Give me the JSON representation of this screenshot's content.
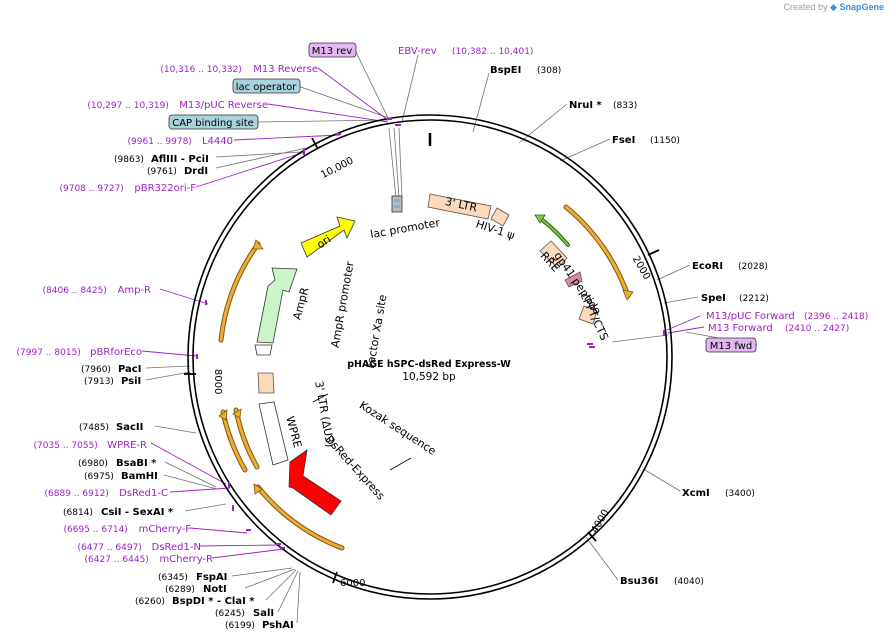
{
  "credit": {
    "prefix": "Created by",
    "brand": "SnapGene"
  },
  "plasmid": {
    "name": "pHAGE hSPC-dsRed Express-W",
    "length_label": "10,592 bp",
    "length_bp": 10592
  },
  "ticks": [
    {
      "bp": 2000,
      "label": "2000"
    },
    {
      "bp": 4000,
      "label": "4000"
    },
    {
      "bp": 6000,
      "label": "6000"
    },
    {
      "bp": 8000,
      "label": "8000"
    },
    {
      "bp": 10000,
      "label": "10,000"
    }
  ],
  "sites_right": [
    {
      "name": "BspEI",
      "pos": "(308)",
      "bp": 308,
      "star": false
    },
    {
      "name": "NruI",
      "pos": "(833)",
      "bp": 833,
      "star": true
    },
    {
      "name": "FseI",
      "pos": "(1150)",
      "bp": 1150,
      "star": false
    },
    {
      "name": "EcoRI",
      "pos": "(2028)",
      "bp": 2028,
      "star": false
    },
    {
      "name": "SpeI",
      "pos": "(2212)",
      "bp": 2212,
      "star": false
    },
    {
      "name": "XcmI",
      "pos": "(3400)",
      "bp": 3400,
      "star": false
    },
    {
      "name": "Bsu36I",
      "pos": "(4040)",
      "bp": 4040,
      "star": false
    }
  ],
  "sites_left": [
    {
      "pos": "(9863)",
      "name": "AflIII  - PciI",
      "bp": 9863
    },
    {
      "pos": "(9761)",
      "name": "DrdI",
      "bp": 9761
    },
    {
      "pos": "(7960)",
      "name": "PacI",
      "bp": 7960
    },
    {
      "pos": "(7913)",
      "name": "PsiI",
      "bp": 7913
    },
    {
      "pos": "(7485)",
      "name": "SacII",
      "bp": 7485
    },
    {
      "pos": "(6980)",
      "name": "BsaBI *",
      "bp": 6980
    },
    {
      "pos": "(6975)",
      "name": "BamHI",
      "bp": 6975
    },
    {
      "pos": "(6814)",
      "name": "CsiI  - SexAI *",
      "bp": 6814
    },
    {
      "pos": "(6345)",
      "name": "FspAI",
      "bp": 6345
    },
    {
      "pos": "(6289)",
      "name": "NotI",
      "bp": 6289
    },
    {
      "pos": "(6260)",
      "name": "BspDI * - ClaI *",
      "bp": 6260
    },
    {
      "pos": "(6245)",
      "name": "SalI",
      "bp": 6245
    },
    {
      "pos": "(6199)",
      "name": "PshAI",
      "bp": 6199
    }
  ],
  "features_left": [
    {
      "range": "(10,316 .. 10,332)",
      "name": "M13 Reverse",
      "bp": 10324
    },
    {
      "range": "(10,297 .. 10,319)",
      "name": "M13/pUC Reverse",
      "bp": 10308
    },
    {
      "range": "(9961 .. 9978)",
      "name": "L4440",
      "bp": 9970
    },
    {
      "range": "(9708 .. 9727)",
      "name": "pBR322ori-F",
      "bp": 9718
    },
    {
      "range": "(8406 .. 8425)",
      "name": "Amp-R",
      "bp": 8416
    },
    {
      "range": "(7997 .. 8015)",
      "name": "pBRforEco",
      "bp": 8006
    },
    {
      "range": "(7035 .. 7055)",
      "name": "WPRE-R",
      "bp": 7045
    },
    {
      "range": "(6889 .. 6912)",
      "name": "DsRed1-C",
      "bp": 6900
    },
    {
      "range": "(6695 .. 6714)",
      "name": "mCherry-F",
      "bp": 6705
    },
    {
      "range": "(6477 .. 6497)",
      "name": "DsRed1-N",
      "bp": 6487
    },
    {
      "range": "(6427 .. 6445)",
      "name": "mCherry-R",
      "bp": 6436
    }
  ],
  "features_top": [
    {
      "name": "EBV-rev",
      "range": "(10,382 .. 10,401)"
    }
  ],
  "features_right": [
    {
      "name": "M13/pUC Forward",
      "range": "(2396 .. 2418)"
    },
    {
      "name": "M13 Forward",
      "range": "(2410 .. 2427)"
    }
  ],
  "boxes": [
    {
      "text": "M13 rev",
      "type": "primer"
    },
    {
      "text": "lac operator",
      "type": "protein"
    },
    {
      "text": "CAP binding site",
      "type": "protein"
    },
    {
      "text": "M13 fwd",
      "type": "primer"
    }
  ],
  "inner_labels": {
    "ltr3": "3' LTR",
    "hiv": "HIV-1 ψ",
    "rre": "RRE",
    "gp41": "gp41 peptide",
    "cppt": "cPPT/CTS",
    "lac_promoter": "lac promoter",
    "ori": "ori",
    "ampr": "AmpR",
    "ampr_promoter": "AmpR promoter",
    "factor_xa": "Factor Xa site",
    "ltr3_du3": "3' LTR (ΔU3)",
    "wpre": "WPRE",
    "dsred": "DsRed-Express",
    "kozak": "Kozak sequence"
  },
  "colors": {
    "primer_purple": "#a020c8",
    "primer_box_fill": "#e2b6f0",
    "protein_box_fill": "#a9d2dc",
    "ltr_fill": "#fbd9b9",
    "ori_fill": "#ffff00",
    "ampr_fill": "#c9f5c9",
    "dsred_fill": "#ff0000",
    "orange_arc": "#f0ac32",
    "green_arc": "#46a01e"
  }
}
